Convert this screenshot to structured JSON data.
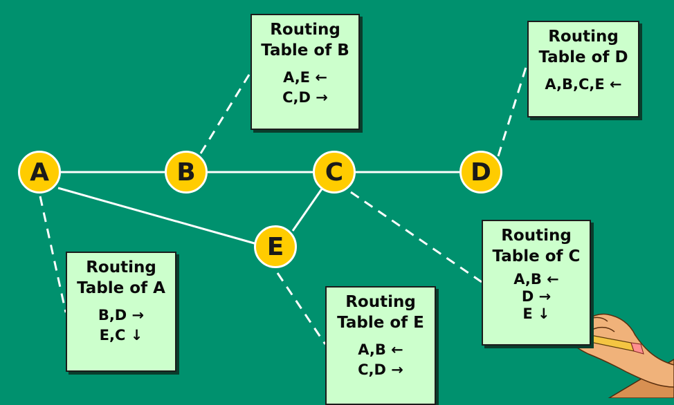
{
  "nodes": [
    {
      "id": "A",
      "label": "A"
    },
    {
      "id": "B",
      "label": "B"
    },
    {
      "id": "C",
      "label": "C"
    },
    {
      "id": "D",
      "label": "D"
    },
    {
      "id": "E",
      "label": "E"
    }
  ],
  "links": [
    {
      "from": "A",
      "to": "B"
    },
    {
      "from": "B",
      "to": "C"
    },
    {
      "from": "C",
      "to": "D"
    },
    {
      "from": "A",
      "to": "E"
    },
    {
      "from": "E",
      "to": "C"
    }
  ],
  "routing_tables": {
    "A": {
      "title_line1": "Routing",
      "title_line2": "Table of A",
      "entries": [
        "B,D →",
        "E,C ↓"
      ]
    },
    "B": {
      "title_line1": "Routing",
      "title_line2": "Table of B",
      "entries": [
        "A,E ←",
        "C,D →"
      ]
    },
    "C": {
      "title_line1": "Routing",
      "title_line2": "Table of C",
      "entries": [
        "A,B ←",
        "D →",
        "E ↓"
      ]
    },
    "D": {
      "title_line1": "Routing",
      "title_line2": "Table of D",
      "entries": [
        "A,B,C,E ←"
      ]
    },
    "E": {
      "title_line1": "Routing",
      "title_line2": "Table of E",
      "entries": [
        "A,B ←",
        "C,D →"
      ]
    }
  },
  "colors": {
    "background": "#00916e",
    "node_fill": "#ffcc00",
    "node_text": "#1a1a1a",
    "link_line": "#ffffff",
    "table_fill": "#ccffcc",
    "table_border": "#1b1b1b"
  },
  "decoration": {
    "icon": "hand-writing-pencil"
  }
}
